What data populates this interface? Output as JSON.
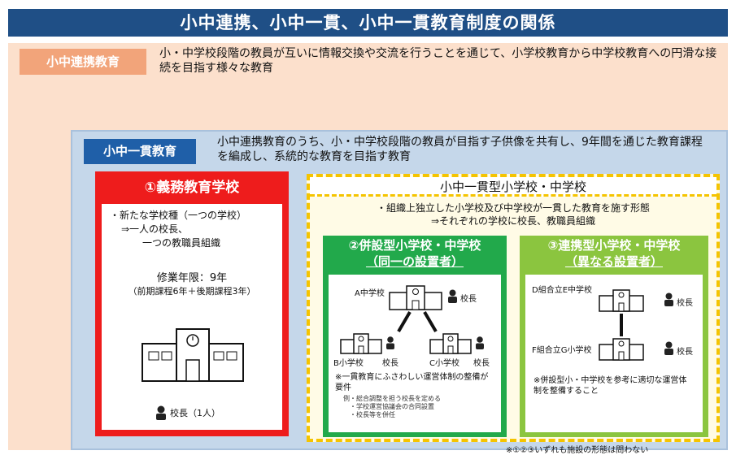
{
  "title": "小中連携、小中一貫、小中一貫教育制度の関係",
  "renkei": {
    "label": "小中連携教育",
    "desc": "小・中学校段階の教員が互いに情報交換や交流を行うことを通じて、小学校教育から中学校教育への円滑な接続を目指す様々な教育"
  },
  "ikkan": {
    "label": "小中一貫教育",
    "desc": "小中連携教育のうち、小・中学校段階の教員が目指す子供像を共有し、9年間を通じた教育課程を編成し、系統的な教育を目指す教育"
  },
  "gimu": {
    "head": "①義務教育学校",
    "line1": "・新たな学校種（一つの学校）",
    "line2": "⇒一人の校長、",
    "line3": "一つの教職員組織",
    "years": "修業年限：9年",
    "years_detail": "（前期課程6年＋後期課程3年）",
    "principal": "校長（1人）"
  },
  "gata": {
    "head": "小中一貫型小学校・中学校",
    "desc1": "・組織上独立した小学校及び中学校が一貫した教育を施す形態",
    "desc2": "⇒それぞれの学校に校長、教職員組織"
  },
  "heisetsu": {
    "head": "②併設型小学校・中学校",
    "sub": "（同一の設置者）",
    "a_school": "A中学校",
    "b_school": "B小学校",
    "c_school": "C小学校",
    "principal": "校長",
    "note": "※一貫教育にふさわしい運営体制の整備が要件",
    "note_sub1": "例・総合調整を担う校長を定める",
    "note_sub2": "・学校運営協議会の合同設置",
    "note_sub3": "・校長等を併任"
  },
  "renkeigata": {
    "head": "③連携型小学校・中学校",
    "sub": "（異なる設置者）",
    "d_school": "D組合立E中学校",
    "f_school": "F組合立G小学校",
    "principal": "校長",
    "note": "※併設型小・中学校を参考に適切な運営体制を整備すること"
  },
  "footer": "※①②③いずれも施設の形態は問わない",
  "colors": {
    "title_bar": "#1f4f86",
    "renkei_bg": "#fce0cc",
    "ikkan_bg": "#c5d7ea",
    "gimu": "#ee1c1c",
    "gata_border": "#f5c400",
    "heisetsu": "#22a94b",
    "renkeigata": "#8bc53f"
  }
}
